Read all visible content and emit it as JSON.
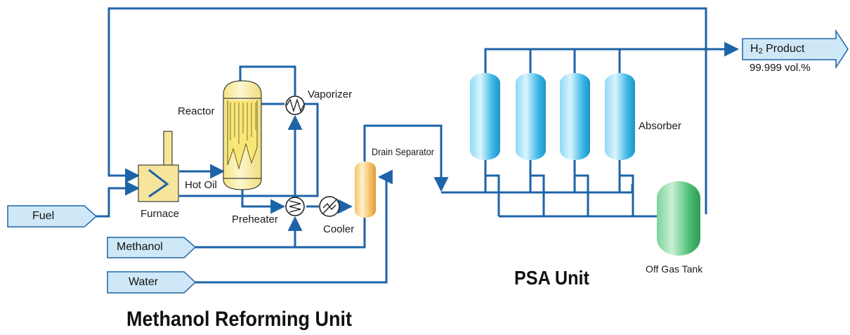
{
  "units": {
    "reforming_title": "Methanol Reforming Unit",
    "psa_title": "PSA Unit"
  },
  "inputs": {
    "fuel": "Fuel",
    "methanol": "Methanol",
    "water": "Water"
  },
  "equipment": {
    "furnace": "Furnace",
    "hot_oil": "Hot Oil",
    "reactor": "Reactor",
    "vaporizer": "Vaporizer",
    "preheater": "Preheater",
    "cooler": "Cooler",
    "drain_separator": "Drain Separator",
    "absorber": "Absorber",
    "off_gas_tank": "Off Gas Tank"
  },
  "product": {
    "name_prefix": "H",
    "name_subscript": "2",
    "name_suffix": " Product",
    "purity": "99.999 vol.%"
  },
  "colors": {
    "pipe": "#1d63a8",
    "arrow_fill": "#cfe8f7",
    "furnace": "#f6e59a",
    "reactor": "#f6eda5",
    "separator": "#f6c56b",
    "absorber": "#3fb8e6",
    "tank": "#4cc077"
  }
}
